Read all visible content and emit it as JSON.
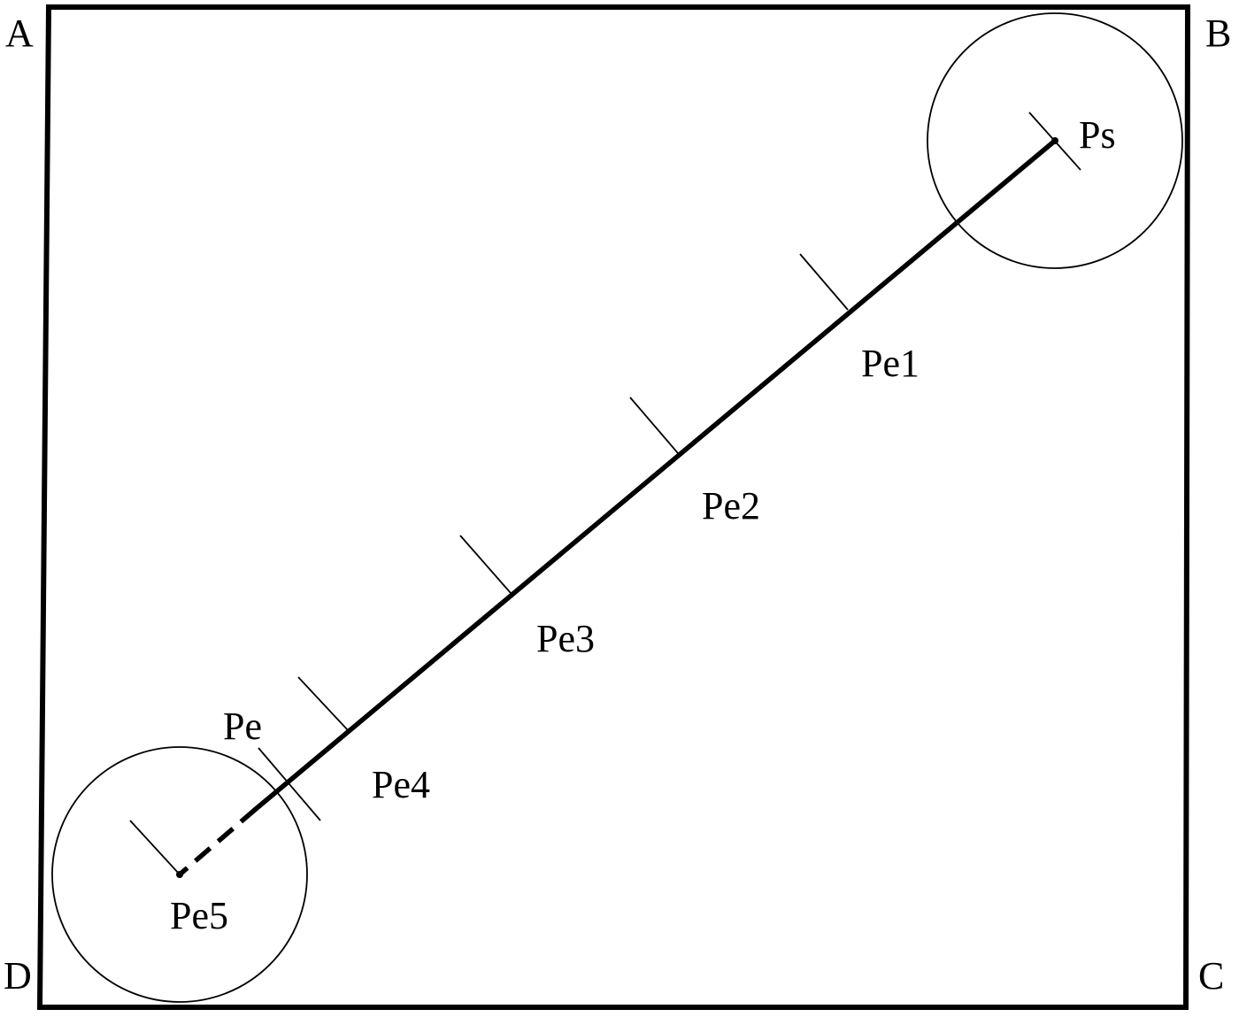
{
  "corners": {
    "top_left": "A",
    "top_right": "B",
    "bottom_right": "C",
    "bottom_left": "D"
  },
  "points": {
    "start": "Ps",
    "end": "Pe",
    "intermediate": [
      "Pe1",
      "Pe2",
      "Pe3",
      "Pe4",
      "Pe5"
    ]
  },
  "colors": {
    "stroke": "#000000",
    "background": "#ffffff"
  }
}
